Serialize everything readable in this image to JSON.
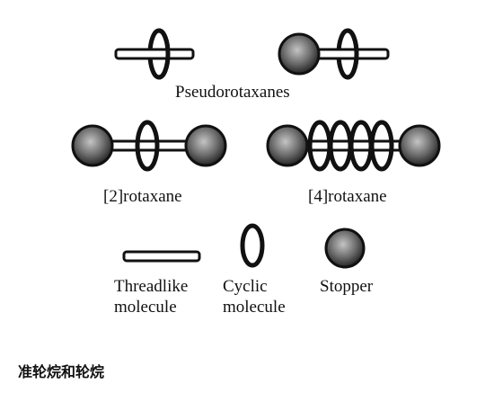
{
  "labels": {
    "pseudorotaxanes": "Pseudorotaxanes",
    "rotaxane2": "[2]rotaxane",
    "rotaxane4": "[4]rotaxane",
    "threadlike_line1": "Threadlike",
    "threadlike_line2": "molecule",
    "cyclic_line1": "Cyclic",
    "cyclic_line2": "molecule",
    "stopper": "Stopper"
  },
  "caption": "准轮烷和轮烷",
  "colors": {
    "outline": "#111111",
    "stopper_light": "#b8b8b8",
    "stopper_dark": "#2a2a2a",
    "thread_fill": "#ffffff",
    "background": "#ffffff"
  }
}
